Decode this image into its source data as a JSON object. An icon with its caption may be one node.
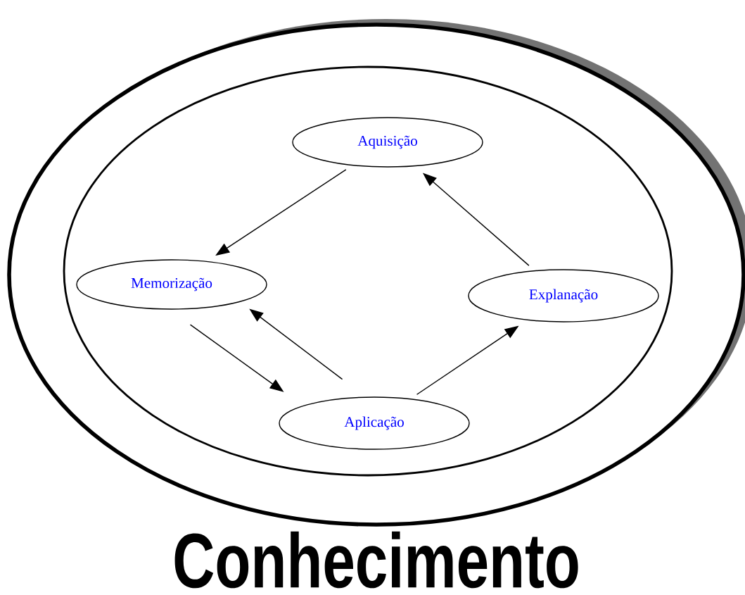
{
  "diagram": {
    "nodes": [
      {
        "text": [
          "Conhecimento"
        ]
      },
      {
        "text": [],
        "shape": "ellipse",
        "in": 0
      },
      {
        "text": [
          "Aquisição"
        ],
        "in": 1
      },
      {
        "text": [
          "Memorização"
        ],
        "in": 1
      },
      {
        "text": [
          "Explanação"
        ],
        "in": 1
      },
      {
        "text": [
          "Aplicação"
        ],
        "in": 1
      }
    ],
    "edges": [
      {
        "from": 2,
        "to": 3,
        "arrow": "to"
      },
      {
        "from": 3,
        "to": 5,
        "arrow": "to"
      },
      {
        "from": 5,
        "to": 3,
        "arrow": "to"
      },
      {
        "from": 5,
        "to": 4,
        "arrow": "to"
      },
      {
        "from": 4,
        "to": 2,
        "arrow": "to"
      }
    ]
  }
}
